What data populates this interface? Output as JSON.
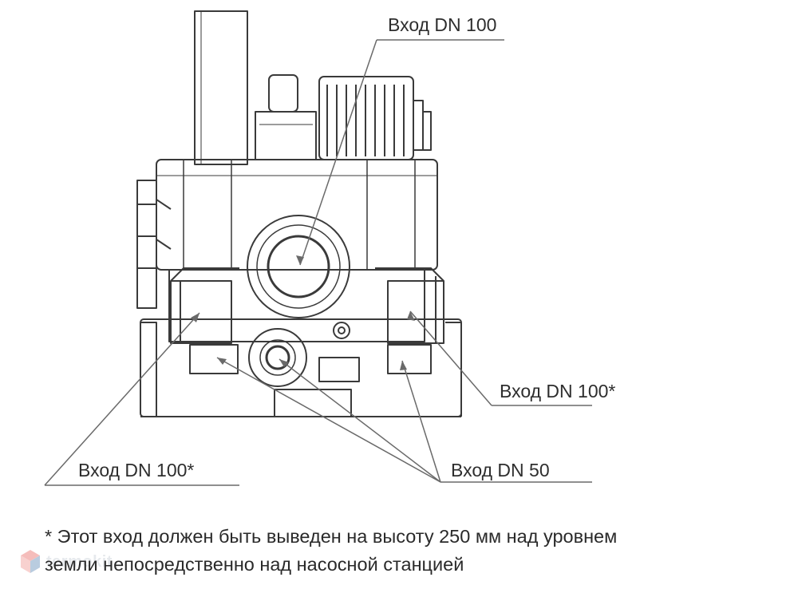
{
  "labels": {
    "top": "Вход DN 100",
    "right": "Вход DN 100*",
    "left": "Вход DN 100*",
    "bottom_right": "Вход DN 50"
  },
  "footnote": {
    "line1": "* Этот вход должен быть выведен на высоту 250 мм над уровнем",
    "line2": "земли непосредственно над насосной станцией"
  },
  "watermark": {
    "text": "termokit",
    "colors": {
      "logo_left": "#e3453e",
      "logo_right": "#3a6ea5"
    }
  },
  "colors": {
    "stroke": "#3a3a3a",
    "leader": "#6a6a6a",
    "text": "#2e2e2e"
  }
}
